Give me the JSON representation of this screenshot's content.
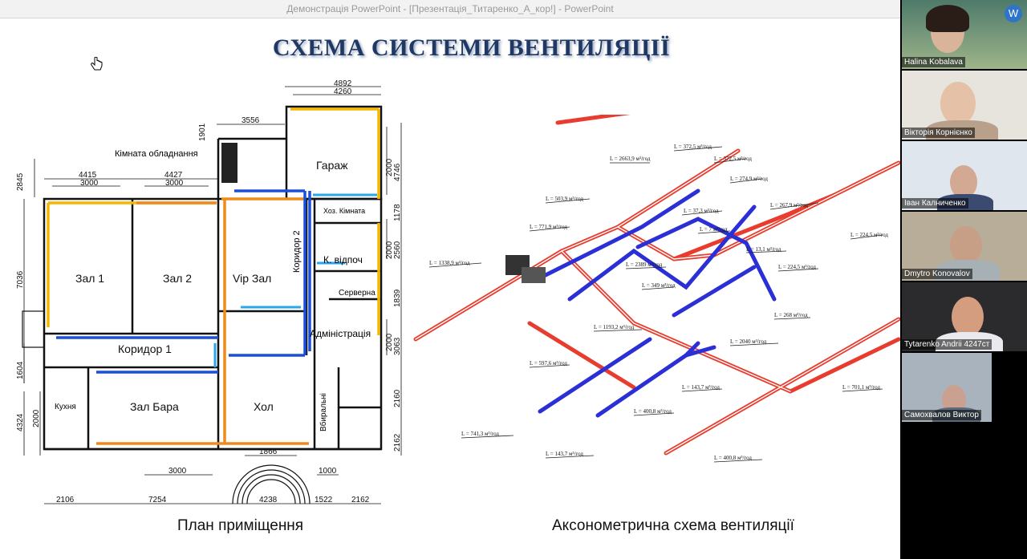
{
  "window": {
    "title": "Демонстрація PowerPoint - [Презентація_Титаренко_А_кор!] - PowerPoint"
  },
  "slide": {
    "title": "СХЕМА СИСТЕМИ ВЕНТИЛЯЦІЇ",
    "caption_left": "План приміщення",
    "caption_right": "Аксонометрична схема вентиляції"
  },
  "plan": {
    "rooms": {
      "equipment": "Кімната обладнання",
      "garage": "Гараж",
      "utility": "Хоз. Кімната",
      "rest": "К. відпоч",
      "server": "Серверна",
      "admin": "Адміністрація",
      "corridor2": "Коридор 2",
      "hall1": "Зал 1",
      "hall2": "Зал 2",
      "vip": "Vip Зал",
      "corridor1": "Коридор 1",
      "kitchen": "Кухня",
      "bar": "Зал Бара",
      "lobby": "Хол",
      "restrooms": "Вбиральні"
    },
    "dims": {
      "top1": "4892",
      "top2": "4260",
      "d3556": "3556",
      "d1901": "1901",
      "d2845": "2845",
      "d4415": "4415",
      "d3000a": "3000",
      "d4427": "4427",
      "d3000b": "3000",
      "d7036": "7036",
      "d1604": "1604",
      "d4324": "4324",
      "d2000l": "2000",
      "r2000a": "2000",
      "r4746": "4746",
      "r1178": "1178",
      "r2000b": "2000",
      "r2560": "2560",
      "r1839": "1839",
      "r2000c": "2000",
      "r3063": "3063",
      "r2160": "2160",
      "r2162": "2162",
      "d1866": "1866",
      "d3000c": "3000",
      "d1000": "1000",
      "b2106": "2106",
      "b7254": "7254",
      "b4238": "4238",
      "b1522": "1522",
      "b2162": "2162"
    }
  },
  "axo": {
    "labels": [
      "L = 372,5 м³/год",
      "L = 372,5 м³/год",
      "L = 2663,9 м³/год",
      "L = 274,9 м³/год",
      "L = 503,9 м³/год",
      "L = 37,3 м³/год",
      "L = 267,9 м³/год",
      "L = 7 м³/год",
      "L = 771,9 м³/год",
      "L = 13,1 м³/год",
      "L = 224,5 м³/год",
      "L = 1338,9 м³/год",
      "L = 2389 м³/год",
      "L = 224,5 м³/год",
      "L = 349 м³/год",
      "L = 268 м³/год",
      "L = 1193,2 м³/год",
      "L = 2040 м³/год",
      "L = 597,6 м³/год",
      "L = 143,7 м³/год",
      "L = 400,8 м³/год",
      "L = 701,1 м³/год",
      "L = 741,3 м³/год",
      "L = 143,7 м³/год",
      "L = 400,8 м³/год"
    ]
  },
  "participants": [
    {
      "name": "Halina Kobalava"
    },
    {
      "name": "Вікторія Корнієнко"
    },
    {
      "name": "Іван Калниченко"
    },
    {
      "name": "Dmytro Konovalov"
    },
    {
      "name": "Tytarenko Andrii 4247ст"
    },
    {
      "name": "Самохвалов Виктор"
    }
  ]
}
